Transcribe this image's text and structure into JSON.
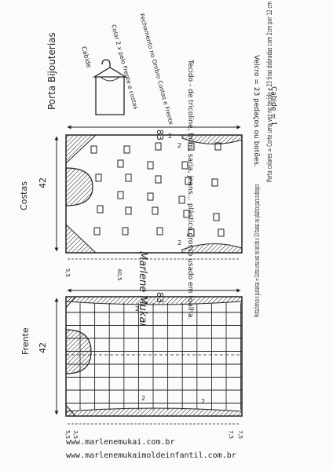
{
  "header": {
    "title": "Porta Bijouterias",
    "hanger_label": "Cabide",
    "collar_note": "Colar 2 x pelo Frente e costas",
    "straps_note": "Fechamento no Ombro Costas e Frente"
  },
  "materials": {
    "fabric": "Tecido - de tricoline, brim, sarja, jeans... plástico grosso usado em toalha.",
    "velcro": "Velcro = 23 pedaços ou botões.",
    "hanger": "Cabide = 1"
  },
  "back_piece": {
    "label": "Costas",
    "length": "83",
    "width": "42",
    "dim_2a": "2",
    "dim_2b": "2",
    "dim_2c": "2",
    "dim_55": "5,5",
    "dim_405": "40,5"
  },
  "front_piece": {
    "label": "Frente",
    "length": "83",
    "width": "42",
    "dim_2a": "2",
    "dim_2b": "2",
    "dim_2c": "2",
    "dim_55": "5,5",
    "dim_75a": "7,5",
    "dim_75b": "7,5",
    "dim_35": "3,5"
  },
  "instructions": {
    "porta_colares": "Porta colares = Corte uma vez no tecido e 23 tiras dobradas com 2cm por 12 cm",
    "porta_brinco": "Porta brinco e pulseiras = Corte uma vez no tecido e 10 faixas no plástico para sobrepor."
  },
  "signature": "Marlene Mukai",
  "footer": {
    "url1": "www.marlenemukai.com.br",
    "url2": "www.marlenemukaimoldeinfantil.com.br"
  }
}
